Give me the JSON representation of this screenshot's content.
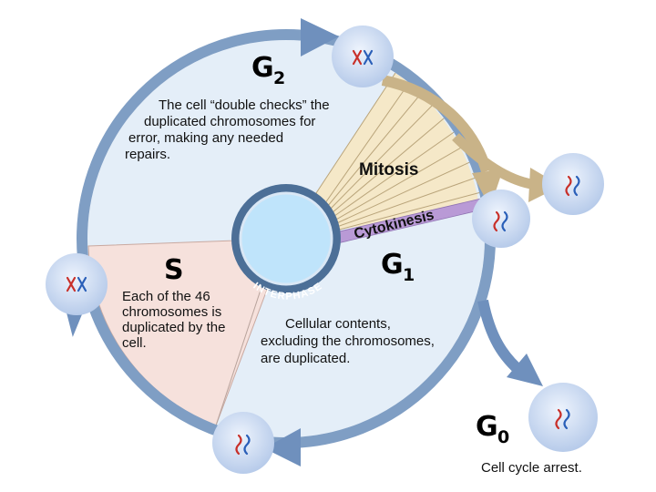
{
  "phases": {
    "g2": {
      "letter": "G",
      "sub": "2",
      "description": [
        "The cell “double checks” the",
        "duplicated chromosomes for",
        "error, making any needed",
        "repairs."
      ]
    },
    "s": {
      "letter": "S",
      "description": [
        "Each of the 46",
        "chromosomes is",
        "duplicated by the",
        "cell."
      ]
    },
    "g1": {
      "letter": "G",
      "sub": "1",
      "description": [
        "Cellular contents,",
        "excluding the chromosomes,",
        "are duplicated."
      ]
    },
    "g0": {
      "letter": "G",
      "sub": "0",
      "description": [
        "Cell cycle arrest."
      ]
    }
  },
  "labels": {
    "mitosis": "Mitosis",
    "cytokinesis": "Cytokinesis",
    "interphase": "INTERPHASE"
  },
  "colors": {
    "ring": "#7f9ec4",
    "ring_inner": "#e4eef8",
    "s_sector": "#f6e1dc",
    "mitosis_sector": "#f5e8c8",
    "mitosis_arrow": "#c9b388",
    "cytokinesis_band": "#b99ad6",
    "cell_fill": "#d6e3f7",
    "interphase_core": "#bfe4fb"
  }
}
